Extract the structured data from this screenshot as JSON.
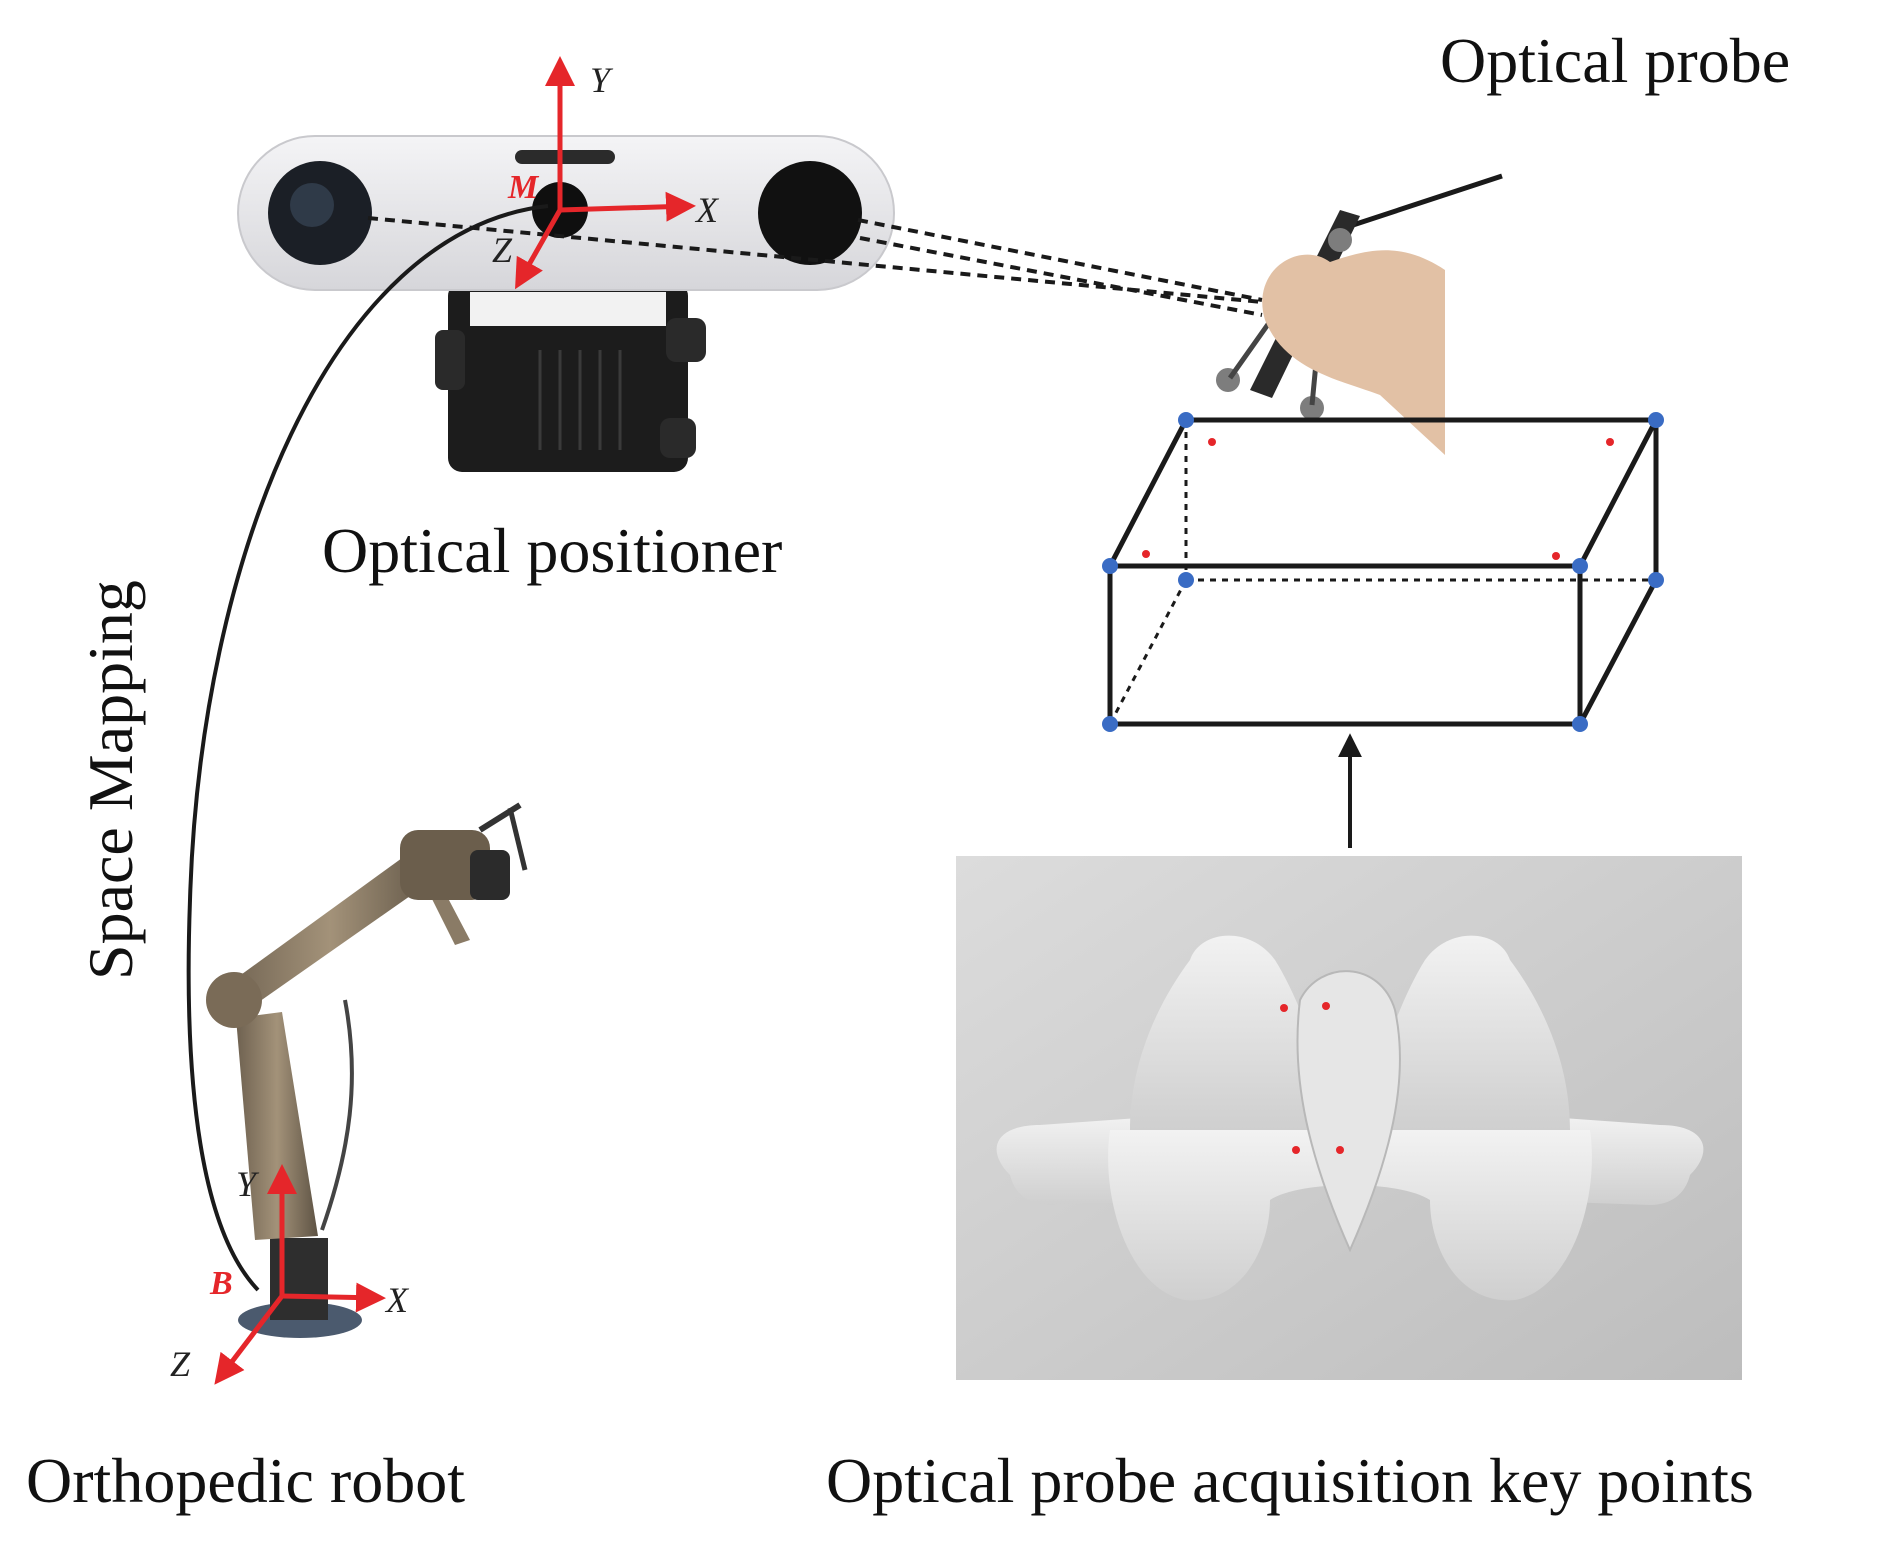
{
  "labels": {
    "optical_probe": "Optical probe",
    "optical_positioner": "Optical positioner",
    "space_mapping": "Space Mapping",
    "orthopedic_robot": "Orthopedic robot",
    "acquisition": "Optical probe acquisition key points"
  },
  "positioner_axes": {
    "origin": "M",
    "x": "X",
    "y": "Y",
    "z": "Z"
  },
  "robot_axes": {
    "origin": "B",
    "x": "X",
    "y": "Y",
    "z": "Z"
  },
  "colors": {
    "axis_red": "#e5262a",
    "corner_blue": "#3a6cc4",
    "key_point_red": "#e5262a",
    "line": "#1a1a1a"
  }
}
